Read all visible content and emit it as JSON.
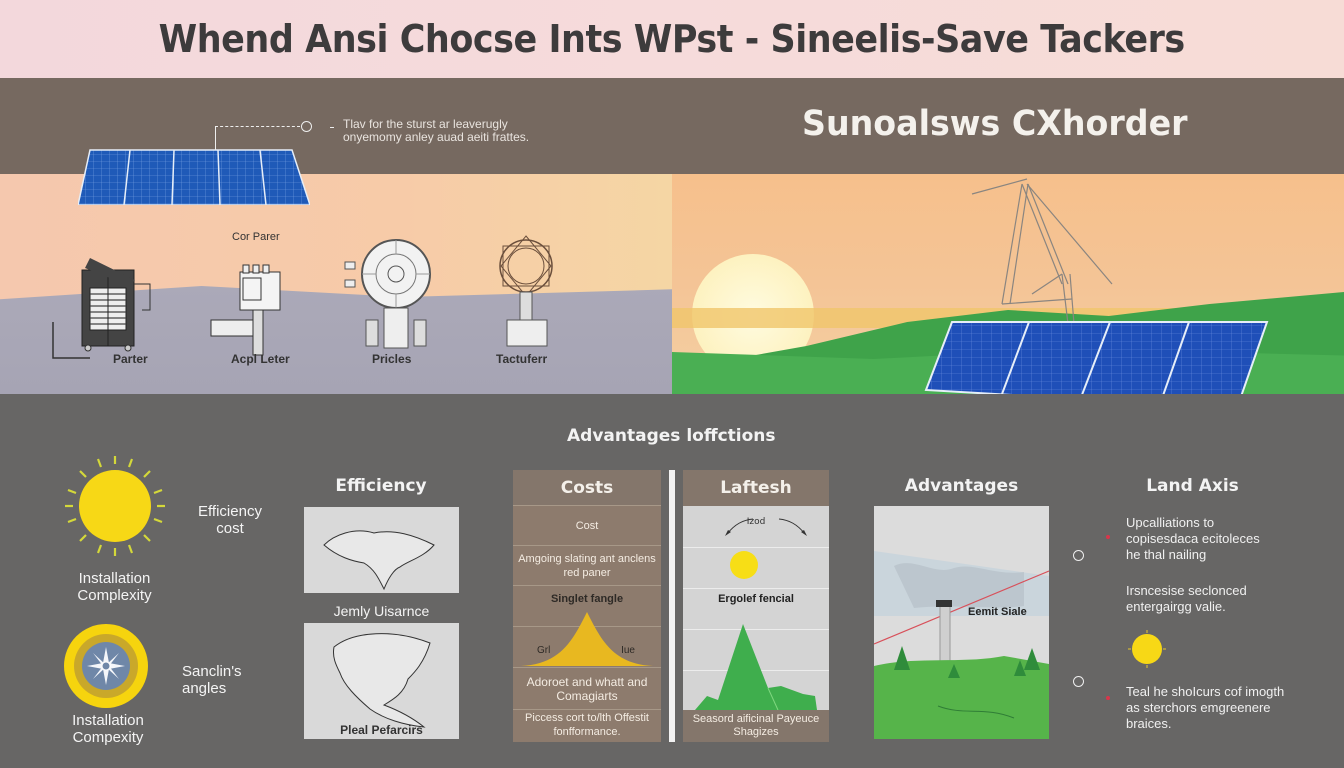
{
  "title": "Whend Ansi Chocse Ints WPst - Sineelis-Save Tackers",
  "hero": {
    "subtitle": "Sunoalsws CXhorder",
    "callout": {
      "text": "Tlav for the sturst ar leaveruglу onyemomy anley auad aeiti frattes."
    },
    "devices_heading": "Cor Parer",
    "devices": [
      {
        "label": "Parter",
        "icon": "inverter-icon"
      },
      {
        "label": "Acpl Leter",
        "icon": "controller-icon"
      },
      {
        "label": "Pricles",
        "icon": "fan-wheel-icon"
      },
      {
        "label": "Tactuferr",
        "icon": "tracker-wheel-icon"
      }
    ]
  },
  "advantages": {
    "heading": "Advantages loffctions",
    "left_legend": [
      {
        "icon": "sun-icon",
        "label": "Efficiency cost",
        "caption": "Installation Complexity"
      },
      {
        "icon": "gear-sun-icon",
        "label": "Sanclin's angles",
        "caption": "Installation Compexity"
      }
    ],
    "efficiency": {
      "title": "Efficiency",
      "map_label_middle": "Jemly Uisarnce",
      "map_caption_bottom": "Pleal Pefarcirs"
    },
    "costs": {
      "title": "Costs",
      "rows": [
        "Cost",
        "Amgoing slating ant anclens red paner",
        "Singlet fangle",
        "Adoroet and whatt and Comagiarts",
        "Piccess cort to/lth Offestit fonfformance."
      ],
      "chart_labels": {
        "left": "Grl",
        "right": "Iue"
      },
      "accent": "#e8b820"
    },
    "laftesh": {
      "title": "Laftesh",
      "arc_label": "Izod",
      "mid_label": "Ergolef fencial",
      "footer": "Seasord aificinal Payeuce Shagizes",
      "accent": "#3fae4d"
    },
    "advantages_card": {
      "title": "Advantages",
      "label": "Eemit Siale"
    },
    "land_axis": {
      "title": "Land Axis",
      "items": [
        "Upcalliations to copisesdaca ecitoleces he thal nailing",
        "Irsncesise seclonced entergairgg valie.",
        "Teal he shoIcurs cof imogth as sterchors emgreenere braices."
      ]
    }
  },
  "colors": {
    "title_bg": "#f5d9da",
    "brown_band": "#766960",
    "dark_bg": "#676665",
    "sun_yellow": "#f7d816",
    "grass_green": "#3fa34a",
    "panel_blue": "#1f4fb8"
  }
}
